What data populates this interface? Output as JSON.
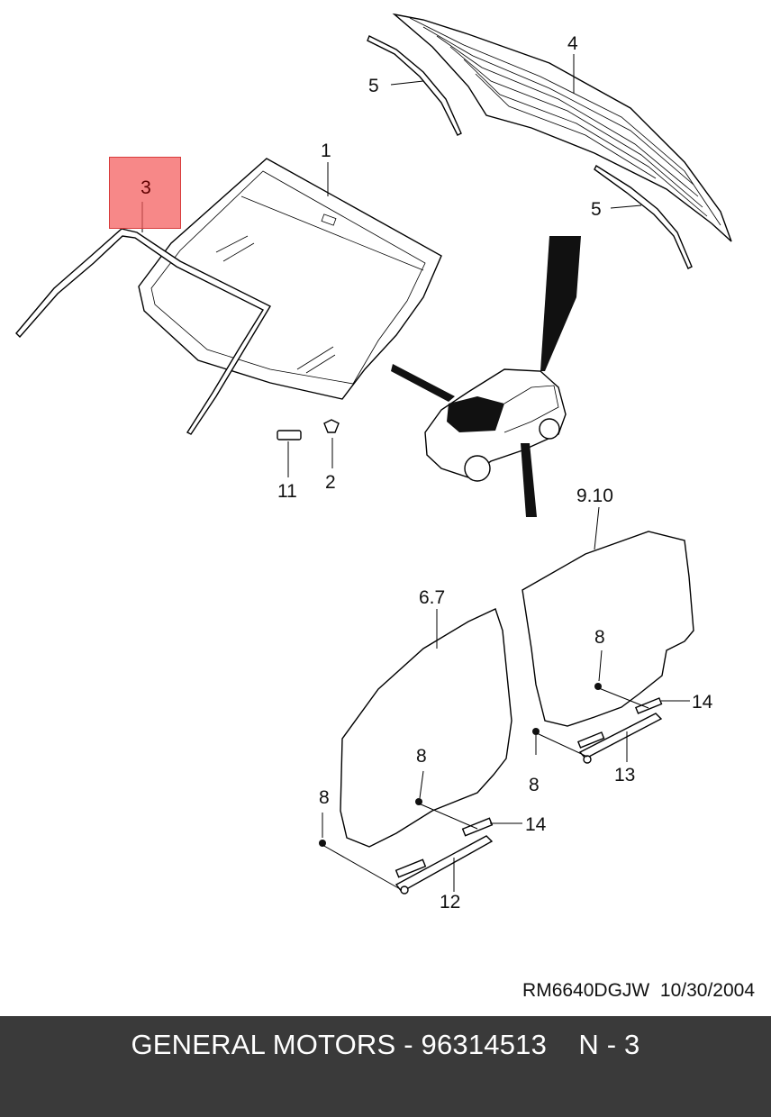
{
  "diagram": {
    "callouts": {
      "c1": "1",
      "c2": "2",
      "c3": "3",
      "c4": "4",
      "c5a": "5",
      "c5b": "5",
      "c67": "6.7",
      "c8a": "8",
      "c8b": "8",
      "c8c": "8",
      "c8d": "8",
      "c910": "9.10",
      "c11": "11",
      "c12": "12",
      "c13": "13",
      "c14a": "14",
      "c14b": "14"
    },
    "highlighted_part": "3",
    "reference_code": "RM6640DGJW  10/30/2004"
  },
  "footer": {
    "text": "GENERAL MOTORS - 96314513    N - 3"
  },
  "colors": {
    "highlight": "#f45a5a",
    "footer_bg": "#3a3a3a",
    "footer_text": "#ffffff"
  }
}
